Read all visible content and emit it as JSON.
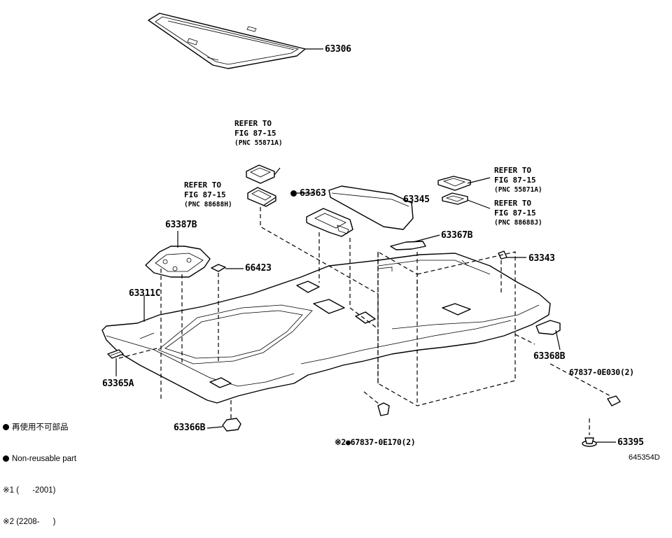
{
  "callouts": {
    "p63306": "63306",
    "p63363": "63363",
    "p63345": "63345",
    "p63367B": "63367B",
    "p63387B": "63387B",
    "p66423": "66423",
    "p63343": "63343",
    "p63311C": "63311C",
    "p63368B": "63368B",
    "p63365A": "63365A",
    "p67837_0E030": "67837-0E030(2)",
    "p67837_0E170": "※2●67837-0E170(2)",
    "p63366B": "63366B",
    "p63395": "63395"
  },
  "refs": {
    "r1": {
      "l1": "REFER TO",
      "l2": "FIG 87-15",
      "l3": "(PNC 55871A)"
    },
    "r2": {
      "l1": "REFER TO",
      "l2": "FIG 87-15",
      "l3": "(PNC 88688H)"
    },
    "r3": {
      "l1": "REFER TO",
      "l2": "FIG 87-15",
      "l3": "(PNC 55871A)"
    },
    "r4": {
      "l1": "REFER TO",
      "l2": "FIG 87-15",
      "l3": "(PNC 88688J)"
    }
  },
  "legend": {
    "jp": "再使用不可部品",
    "en": "Non-reusable part",
    "n1": "※1 (      -2001)",
    "n2": "※2 (2208-      )"
  },
  "figure_code": "645354D",
  "icons": {
    "non_reusable": "black-dot-icon"
  }
}
